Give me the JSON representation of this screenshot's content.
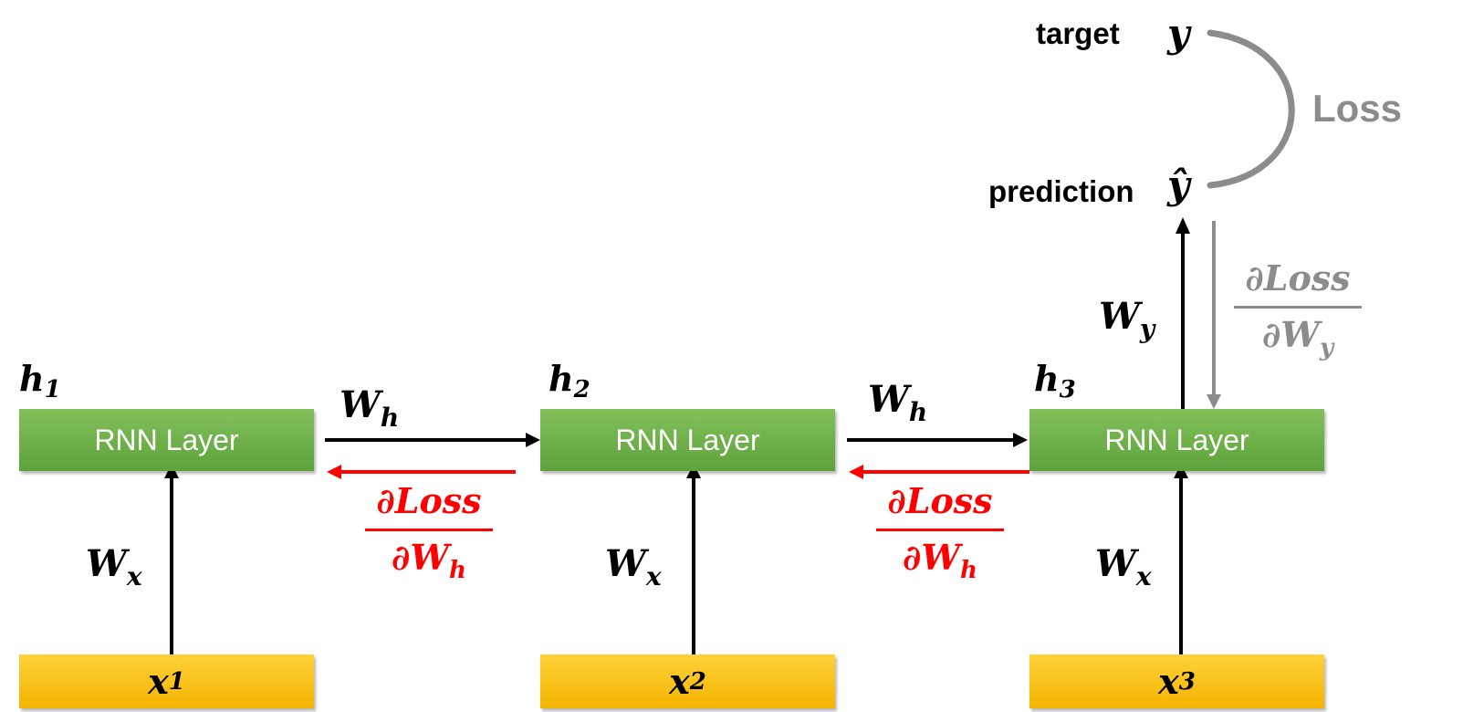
{
  "colors": {
    "rnn_fill": "#6aaa44",
    "input_fill": "#fcc419",
    "gradient_red": "#ff0000",
    "loss_grey": "#8c8c8c",
    "arrow_black": "#000000"
  },
  "rnn_label": "RNN Layer",
  "hidden_states": [
    {
      "symbol": "h",
      "sub": "1"
    },
    {
      "symbol": "h",
      "sub": "2"
    },
    {
      "symbol": "h",
      "sub": "3"
    }
  ],
  "inputs": [
    {
      "symbol": "x",
      "sub": "1"
    },
    {
      "symbol": "x",
      "sub": "2"
    },
    {
      "symbol": "x",
      "sub": "3"
    }
  ],
  "weights": {
    "input": {
      "symbol": "W",
      "sub": "x"
    },
    "hidden": {
      "symbol": "W",
      "sub": "h"
    },
    "output": {
      "symbol": "W",
      "sub": "y"
    }
  },
  "gradients": {
    "hidden": {
      "numerator": "∂Loss",
      "den_symbol": "∂W",
      "den_sub": "h"
    },
    "output": {
      "numerator": "∂Loss",
      "den_symbol": "∂W",
      "den_sub": "y"
    }
  },
  "output": {
    "target_label": "target",
    "target_symbol": "y",
    "prediction_label": "prediction",
    "prediction_symbol": "ŷ",
    "loss_label": "Loss"
  }
}
